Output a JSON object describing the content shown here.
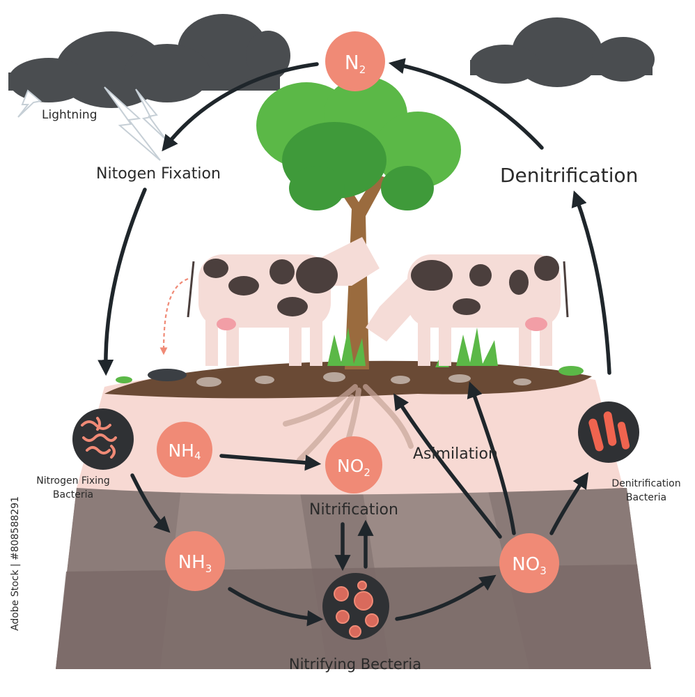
{
  "colors": {
    "node": "#f08a76",
    "arrow": "#1f262b",
    "cloud": "#4a4d50",
    "leaf": "#5bb847",
    "leaf_dark": "#3f9a3a",
    "trunk": "#9a6b3e",
    "topsoil": "#f7d9d3",
    "rock": "#9b8a86",
    "rock_dark": "#7a6a67",
    "soil_surface": "#6a4a35",
    "cow_body": "#f5dcd7",
    "cow_spot": "#4b3f3d"
  },
  "nodes": {
    "n2": {
      "base": "N",
      "sub": "2"
    },
    "nh4": {
      "base": "NH",
      "sub": "4"
    },
    "no2": {
      "base": "NO",
      "sub": "2"
    },
    "nh3": {
      "base": "NH",
      "sub": "3"
    },
    "no3": {
      "base": "NO",
      "sub": "3"
    }
  },
  "labels": {
    "lightning": "Lightning",
    "nitrogen_fixation": "Nitogen Fixation",
    "denitrification": "Denitrification",
    "asimilation": "Asimilation",
    "nitrification": "Nitrification",
    "nitrifying_bacteria": "Nitrifying Becteria",
    "nitrogen_fixing_bacteria_1": "Nitrogen Fixing",
    "nitrogen_fixing_bacteria_2": "Bacteria",
    "denitrification_bacteria_1": "Denitrification",
    "denitrification_bacteria_2": "Bacteria",
    "stock_id": "Adobe Stock | #808588291"
  }
}
